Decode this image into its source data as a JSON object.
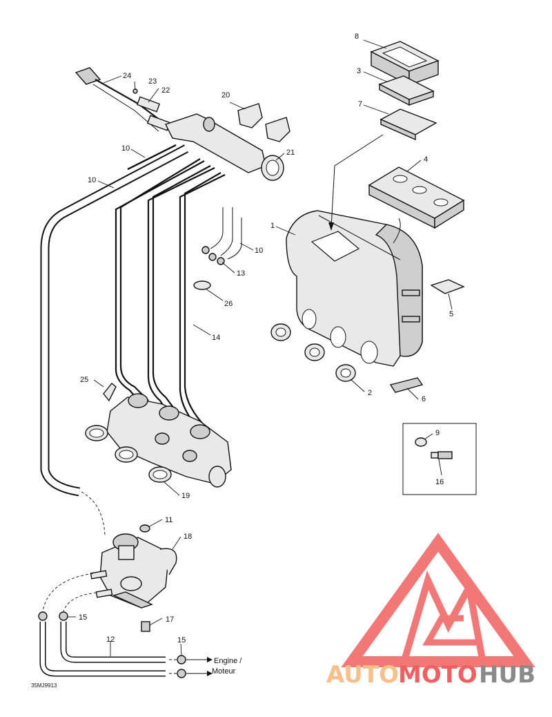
{
  "diagram": {
    "code": "35MJ9913",
    "destination": {
      "line1": "Engine /",
      "line2": "Moteur"
    },
    "callouts": {
      "c1": "1",
      "c2": "2",
      "c3": "3",
      "c4": "4",
      "c5": "5",
      "c6": "6",
      "c7": "7",
      "c8": "8",
      "c9": "9",
      "c10a": "10",
      "c10b": "10",
      "c10c": "10",
      "c11": "11",
      "c12": "12",
      "c13": "13",
      "c14": "14",
      "c15a": "15",
      "c15b": "15",
      "c16": "16",
      "c17": "17",
      "c18": "18",
      "c19": "19",
      "c20": "20",
      "c21": "21",
      "c22": "22",
      "c23": "23",
      "c24": "24",
      "c25": "25",
      "c26": "26"
    }
  },
  "watermark": {
    "brand_a": "AUTO",
    "brand_b": "MOTO",
    "brand_c": "HUB",
    "colors": {
      "light": "#f7c08a",
      "accent": "#f06060",
      "dark": "#8a8a8a"
    }
  }
}
